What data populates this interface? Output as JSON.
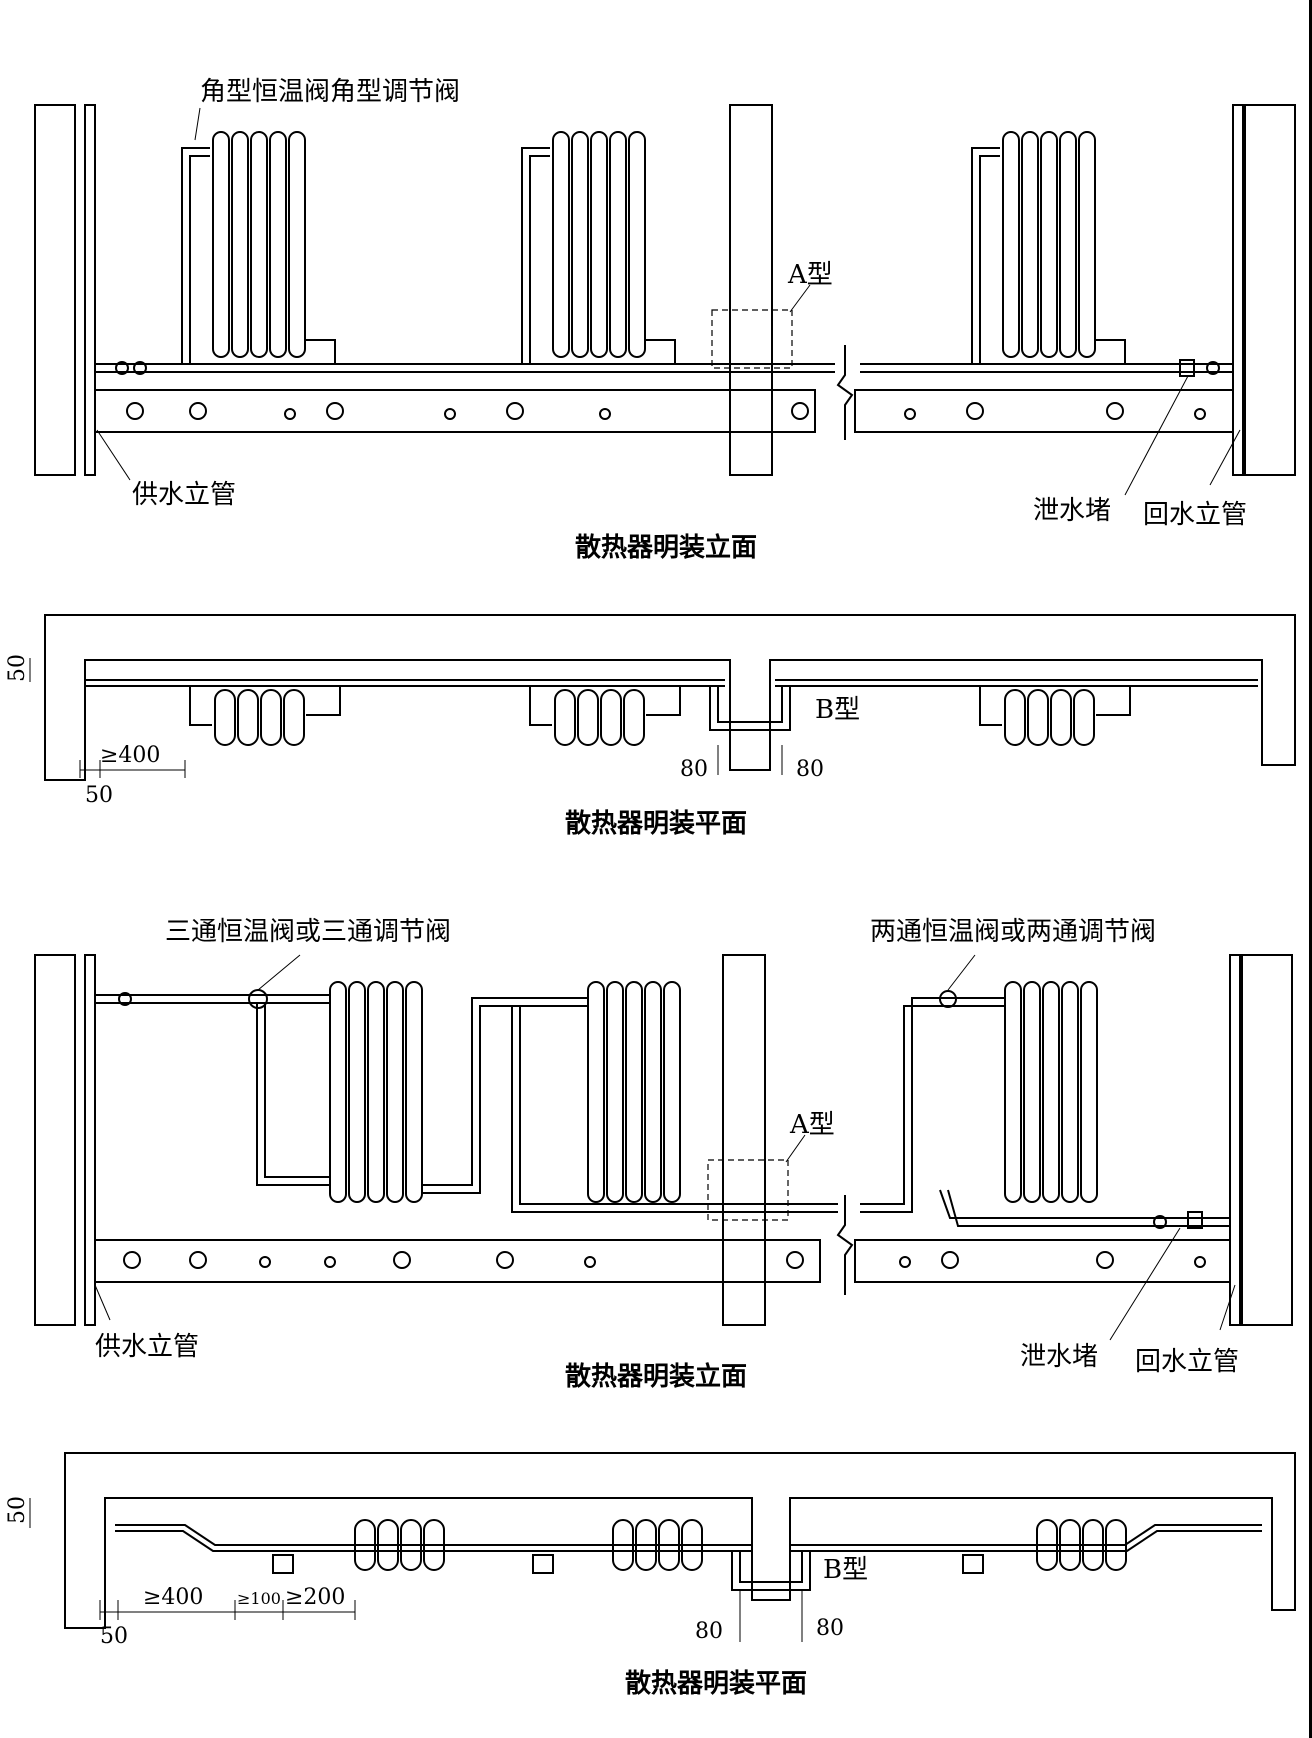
{
  "panel1": {
    "callout_valves": "角型恒温阀角型调节阀",
    "label_supply_riser": "供水立管",
    "label_drain_plug": "泄水堵",
    "label_return_riser": "回水立管",
    "label_type_a": "A型",
    "title": "散热器明装立面"
  },
  "panel2": {
    "dim_50_left": "50",
    "dim_min_400": "≥400",
    "dim_50_bottom": "50",
    "dim_80_left": "80",
    "dim_80_right": "80",
    "label_type_b": "B型",
    "title": "散热器明装平面"
  },
  "panel3": {
    "callout_three_way": "三通恒温阀或三通调节阀",
    "callout_two_way": "两通恒温阀或两通调节阀",
    "label_type_a": "A型",
    "label_supply_riser": "供水立管",
    "label_drain_plug": "泄水堵",
    "label_return_riser": "回水立管",
    "title": "散热器明装立面"
  },
  "panel4": {
    "dim_50_left": "50",
    "dim_min_400": "≥400",
    "dim_min_100": "≥100",
    "dim_min_200": "≥200",
    "dim_50_bottom": "50",
    "dim_80_left": "80",
    "dim_80_right": "80",
    "label_type_b": "B型",
    "title": "散热器明装平面"
  }
}
